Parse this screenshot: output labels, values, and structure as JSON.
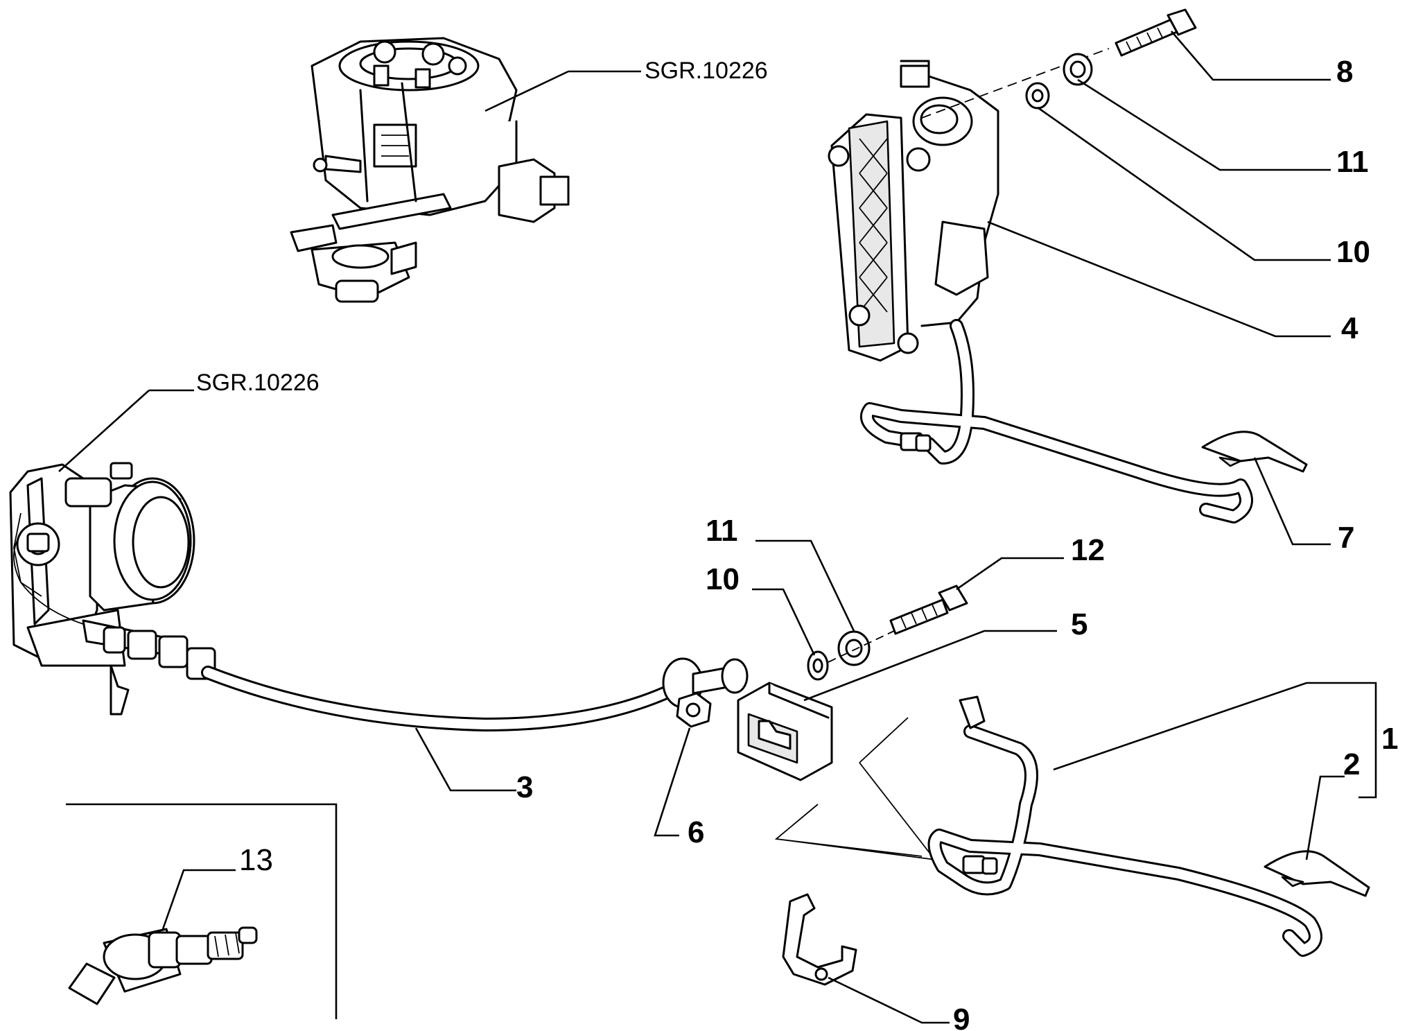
{
  "figure": {
    "refs": {
      "carb_ref": "SGR.10226",
      "throttle_ref": "SGR.10226"
    },
    "callouts": [
      {
        "id": "c1",
        "text": "1"
      },
      {
        "id": "c2",
        "text": "2"
      },
      {
        "id": "c3",
        "text": "3"
      },
      {
        "id": "c4",
        "text": "4"
      },
      {
        "id": "c5",
        "text": "5"
      },
      {
        "id": "c6",
        "text": "6"
      },
      {
        "id": "c7",
        "text": "7"
      },
      {
        "id": "c8",
        "text": "8"
      },
      {
        "id": "c9",
        "text": "9"
      },
      {
        "id": "c10a",
        "text": "10"
      },
      {
        "id": "c10b",
        "text": "10"
      },
      {
        "id": "c11a",
        "text": "11"
      },
      {
        "id": "c11b",
        "text": "11"
      },
      {
        "id": "c12",
        "text": "12"
      },
      {
        "id": "c13",
        "text": "13"
      }
    ]
  }
}
